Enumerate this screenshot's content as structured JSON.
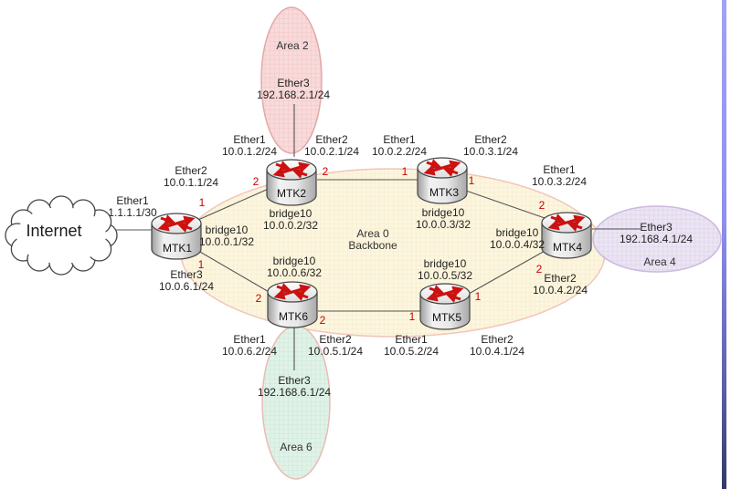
{
  "internet": {
    "label": "Internet"
  },
  "areas": {
    "area2": {
      "name": "Area 2"
    },
    "area0": {
      "line1": "Area 0",
      "line2": "Backbone"
    },
    "area4": {
      "name": "Area 4"
    },
    "area6": {
      "name": "Area 6"
    }
  },
  "routers": {
    "mtk1": {
      "name": "MTK1",
      "wan_if": "Ether1",
      "wan_ip": "1.1.1.1/30",
      "up_if": "Ether2",
      "up_ip": "10.0.1.1/24",
      "down_if": "Ether3",
      "down_ip": "10.0.6.1/24",
      "bridge_if": "bridge10",
      "bridge_ip": "10.0.0.1/32"
    },
    "mtk2": {
      "name": "MTK2",
      "left_if": "Ether1",
      "left_ip": "10.0.1.2/24",
      "right_if": "Ether2",
      "right_ip": "10.0.2.1/24",
      "area_if": "Ether3",
      "area_ip": "192.168.2.1/24",
      "bridge_if": "bridge10",
      "bridge_ip": "10.0.0.2/32"
    },
    "mtk3": {
      "name": "MTK3",
      "left_if": "Ether1",
      "left_ip": "10.0.2.2/24",
      "right_if": "Ether2",
      "right_ip": "10.0.3.1/24",
      "bridge_if": "bridge10",
      "bridge_ip": "10.0.0.3/32"
    },
    "mtk4": {
      "name": "MTK4",
      "top_if": "Ether1",
      "top_ip": "10.0.3.2/24",
      "bottom_if": "Ether2",
      "bottom_ip": "10.0.4.2/24",
      "area_if": "Ether3",
      "area_ip": "192.168.4.1/24",
      "bridge_if": "bridge10",
      "bridge_ip": "10.0.0.4/32"
    },
    "mtk5": {
      "name": "MTK5",
      "left_if": "Ether1",
      "left_ip": "10.0.5.2/24",
      "right_if": "Ether2",
      "right_ip": "10.0.4.1/24",
      "bridge_if": "bridge10",
      "bridge_ip": "10.0.0.5/32"
    },
    "mtk6": {
      "name": "MTK6",
      "left_if": "Ether1",
      "left_ip": "10.0.6.2/24",
      "right_if": "Ether2",
      "right_ip": "10.0.5.1/24",
      "area_if": "Ether3",
      "area_ip": "192.168.6.1/24",
      "bridge_if": "bridge10",
      "bridge_ip": "10.0.0.6/32"
    }
  },
  "ospf_costs": {
    "mtk1_to_mtk2": "1",
    "mtk2_to_mtk1": "2",
    "mtk2_to_mtk3": "2",
    "mtk3_to_mtk2": "1",
    "mtk3_to_mtk4": "1",
    "mtk4_to_mtk3": "2",
    "mtk4_to_mtk5": "2",
    "mtk5_to_mtk4": "1",
    "mtk5_to_mtk6": "1",
    "mtk6_to_mtk5": "2",
    "mtk6_to_mtk1": "2",
    "mtk1_to_mtk6": "1"
  },
  "colors": {
    "area2_fill": "#f9dada",
    "area0_fill": "#fdf6de",
    "area4_fill": "#ebe4f3",
    "area6_fill": "#e0f2e8",
    "cost_red": "#cc0000",
    "router_arrow_red": "#cc1111",
    "slide_border_top": "#a2a2f6",
    "slide_border_bottom": "#333a66"
  }
}
